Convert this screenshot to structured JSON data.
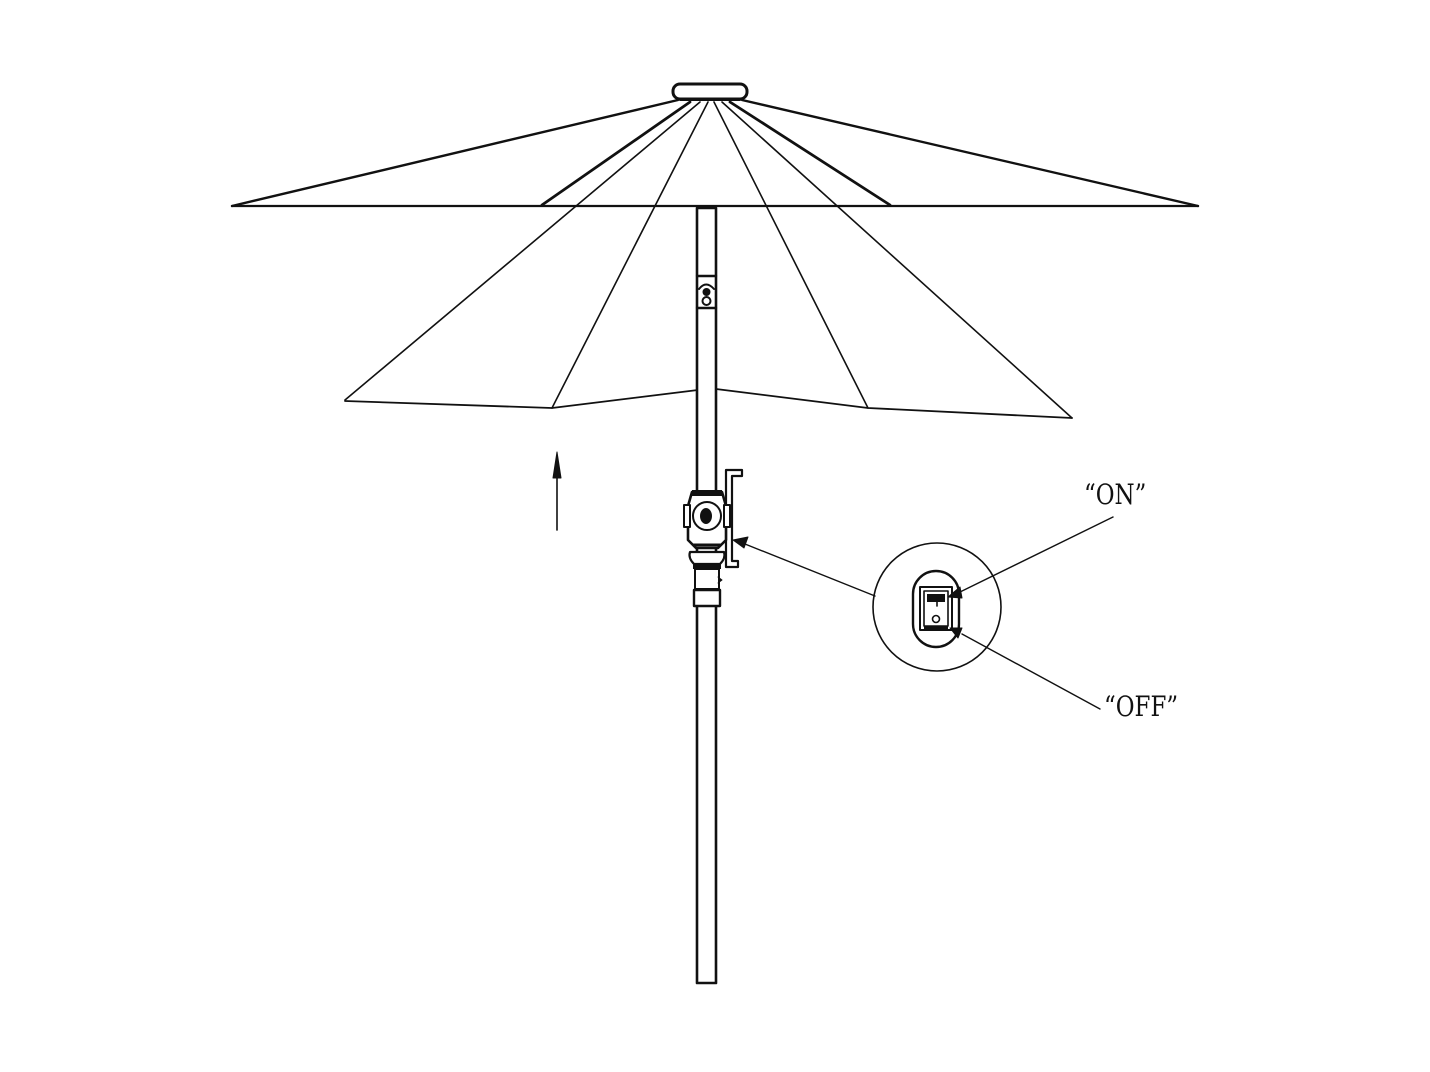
{
  "diagram": {
    "type": "line-drawing",
    "subject": "patio umbrella with crank and switch detail",
    "stroke_color": "#111111",
    "background": "#ffffff"
  },
  "labels": {
    "on": "“ON”",
    "off": "“OFF”"
  },
  "callout": {
    "description": "magnified switch detail",
    "switch_positions": [
      "ON",
      "OFF"
    ]
  },
  "arrow": {
    "direction": "up"
  }
}
